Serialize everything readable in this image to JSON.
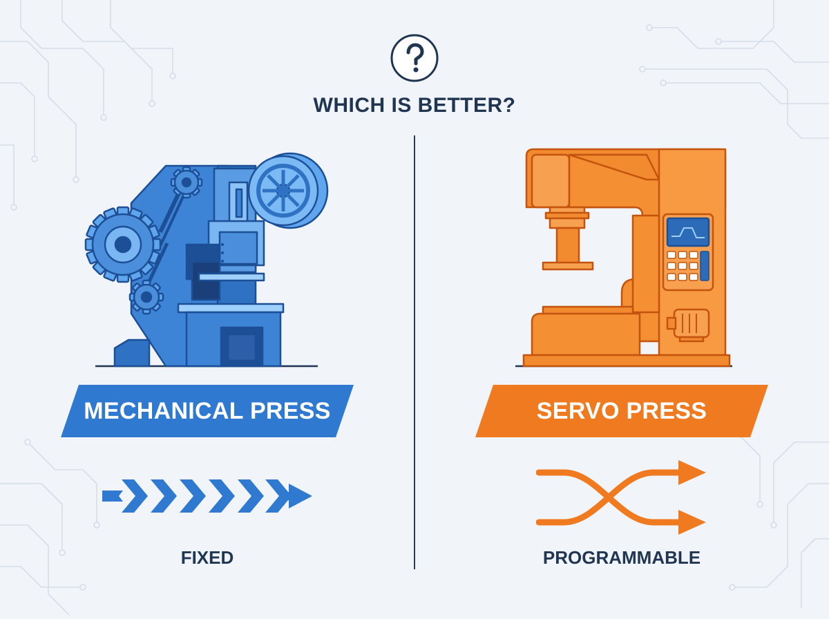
{
  "header": {
    "question_icon": "question-mark-circle-icon",
    "title": "WHICH IS BETTER?"
  },
  "left": {
    "machine_icon": "mechanical-press-icon",
    "banner_label": "MECHANICAL PRESS",
    "banner_color": "#2f7ad0",
    "arrow_icon": "chevron-arrows-icon",
    "caption": "FIXED"
  },
  "right": {
    "machine_icon": "servo-press-icon",
    "banner_label": "SERVO PRESS",
    "banner_color": "#f07a1f",
    "arrow_icon": "crossing-arrows-icon",
    "caption": "PROGRAMMABLE"
  },
  "colors": {
    "background": "#f1f4f9",
    "text_dark": "#1f3552",
    "blue_light": "#6fb0ef",
    "blue_dark": "#1d4f96",
    "orange_light": "#f99a45",
    "orange_dark": "#c4530d"
  }
}
